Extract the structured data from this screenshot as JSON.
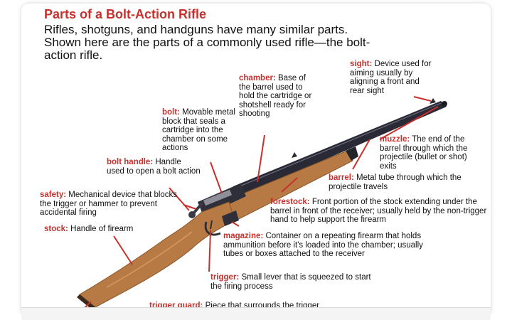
{
  "diagram": {
    "title": "Parts of a Bolt-Action Rifle",
    "intro": "Rifles, shotguns, and handguns have many similar parts. Shown here are the parts of a commonly used rifle—the bolt-action rifle.",
    "colors": {
      "term": "#c9302c",
      "wood": "#b77a45",
      "metal": "#2a2a36",
      "leader": "#c9302c"
    },
    "parts": [
      {
        "id": "sight",
        "term": "sight:",
        "desc": "Device used for aiming usually by aligning a front and rear sight"
      },
      {
        "id": "chamber",
        "term": "chamber:",
        "desc": "Base of the barrel used to hold the cartridge or shotshell ready for shooting"
      },
      {
        "id": "bolt",
        "term": "bolt:",
        "desc": "Movable metal block that seals a cartridge into the chamber on some actions"
      },
      {
        "id": "muzzle",
        "term": "muzzle:",
        "desc": "The end of the barrel through which the projectile (bullet or shot) exits"
      },
      {
        "id": "bolt-handle",
        "term": "bolt handle:",
        "desc": "Handle used to open a bolt action"
      },
      {
        "id": "barrel",
        "term": "barrel:",
        "desc": "Metal tube through which the projectile travels"
      },
      {
        "id": "safety",
        "term": "safety:",
        "desc": "Mechanical device that blocks the trigger or hammer to prevent accidental firing"
      },
      {
        "id": "forestock",
        "term": "forestock:",
        "desc": "Front portion of the stock extending under the barrel in front of the receiver; usually held by the non-trigger hand to help support the firearm"
      },
      {
        "id": "stock",
        "term": "stock:",
        "desc": "Handle of firearm"
      },
      {
        "id": "magazine",
        "term": "magazine:",
        "desc": "Container on a repeating firearm that holds ammunition before it's loaded into the chamber; usually tubes or boxes attached to the receiver"
      },
      {
        "id": "trigger",
        "term": "trigger:",
        "desc": "Small lever that is squeezed to start the firing process"
      },
      {
        "id": "trigger-guard",
        "term": "trigger guard:",
        "desc": "Piece that surrounds the trigger"
      }
    ]
  }
}
